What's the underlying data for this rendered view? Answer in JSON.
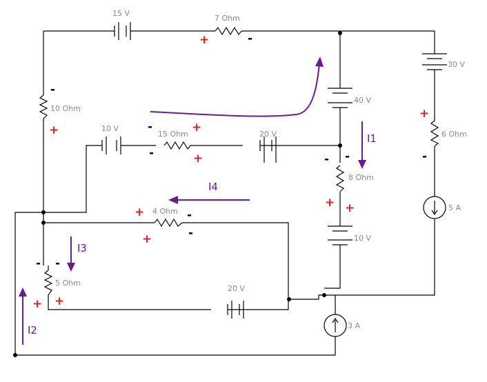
{
  "components": {
    "bat_15v": "15 V",
    "res_7ohm": "7  Ohm",
    "bat_30v": "30 V",
    "bat_40v": "40 V",
    "res_10ohm": "10  Ohm",
    "bat_10v_left": "10 V",
    "res_15ohm": "15  Ohm",
    "bat_20v_mid": "20 V",
    "res_6ohm": "6  Ohm",
    "res_8ohm": "8  Ohm",
    "cs_5a": "5 A",
    "res_4ohm": "4  Ohm",
    "bat_10v_right": "10 V",
    "res_5ohm": "5  Ohm",
    "bat_20v_bottom": "20 V",
    "cs_3a": "3 A"
  },
  "currents": {
    "i1": "I1",
    "i2": "I2",
    "i3": "I3",
    "i4": "I4"
  },
  "polarity": {
    "plus": "+",
    "minus": "-"
  },
  "colors": {
    "wire": "#000000",
    "label": "#8a8a8a",
    "plus": "#e02020",
    "current_arrow": "#6a1a90"
  }
}
